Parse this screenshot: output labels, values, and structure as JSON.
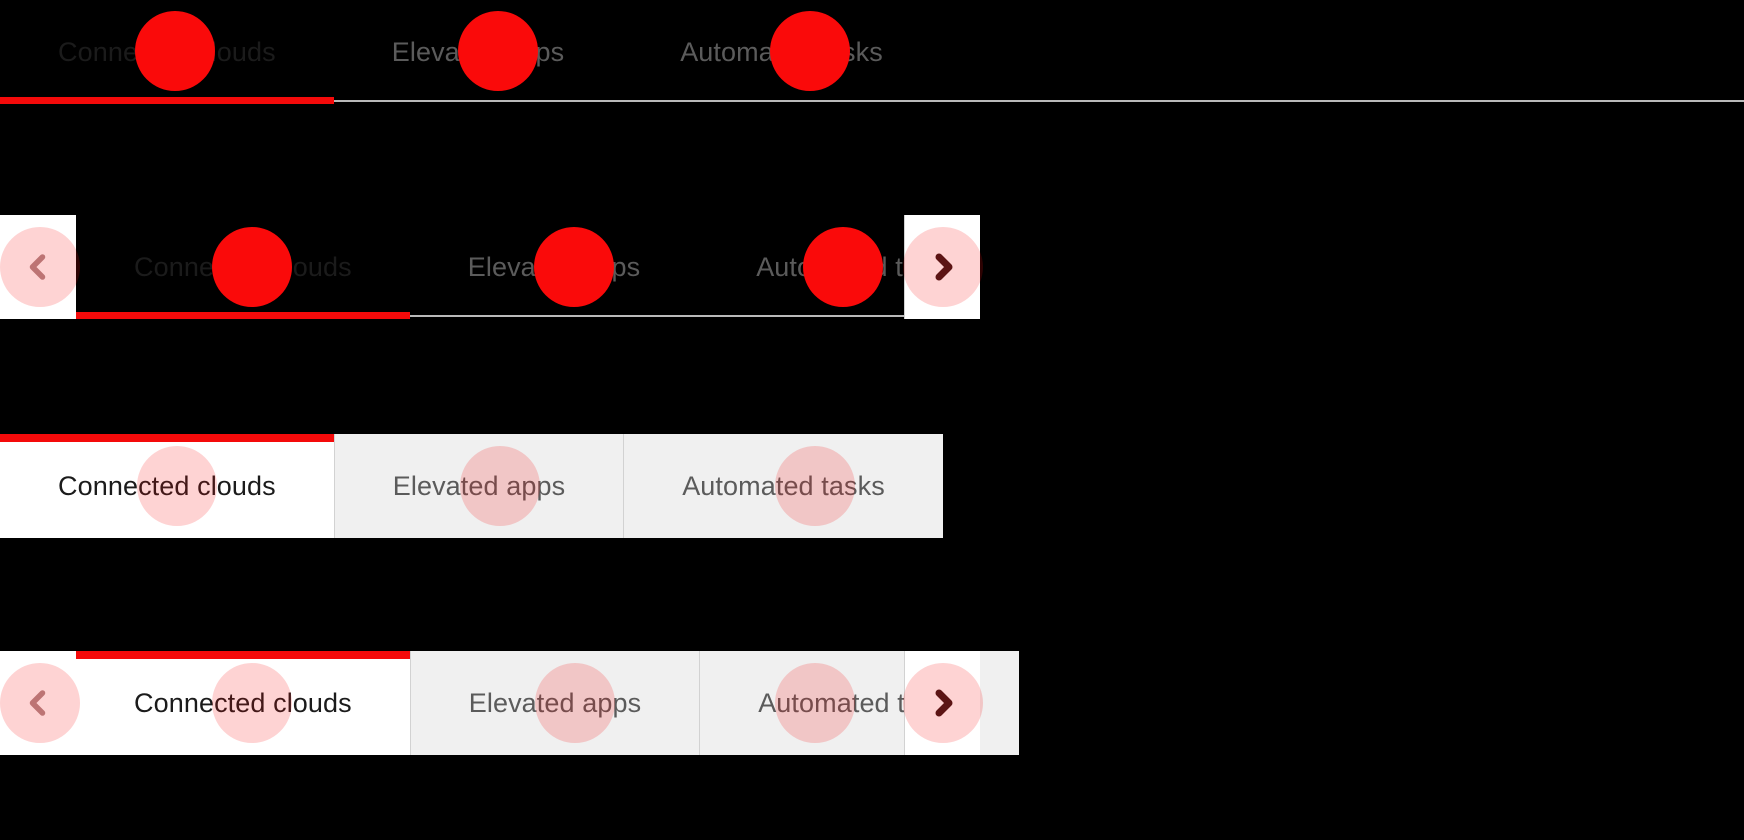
{
  "component": {
    "name": "Tab bar",
    "tabs": [
      {
        "label": "Connected clouds",
        "state": "active"
      },
      {
        "label": "Elevated apps",
        "state": "inactive"
      },
      {
        "label": "Automated tasks",
        "state": "inactive"
      }
    ]
  },
  "variants": [
    {
      "id": "underline-plain",
      "style": "underline",
      "has_scroll_arrows": false,
      "tabs": [
        {
          "label": "Connected clouds",
          "state": "active"
        },
        {
          "label": "Elevated apps",
          "state": "inactive"
        },
        {
          "label": "Automated tasks",
          "state": "inactive"
        }
      ]
    },
    {
      "id": "underline-scrollable",
      "style": "underline",
      "has_scroll_arrows": true,
      "prev_icon": "chevron-left-icon",
      "next_icon": "chevron-right-icon",
      "tabs": [
        {
          "label": "Connected clouds",
          "state": "active"
        },
        {
          "label": "Elevated apps",
          "state": "inactive"
        },
        {
          "label": "Automated tasks",
          "state": "inactive"
        }
      ]
    },
    {
      "id": "boxed-plain",
      "style": "boxed",
      "has_scroll_arrows": false,
      "tabs": [
        {
          "label": "Connected clouds",
          "state": "active"
        },
        {
          "label": "Elevated apps",
          "state": "inactive"
        },
        {
          "label": "Automated tasks",
          "state": "inactive"
        }
      ]
    },
    {
      "id": "boxed-scrollable",
      "style": "boxed",
      "has_scroll_arrows": true,
      "prev_icon": "chevron-left-icon",
      "next_icon": "chevron-right-icon",
      "tabs": [
        {
          "label": "Connected clouds",
          "state": "active"
        },
        {
          "label": "Elevated apps",
          "state": "inactive"
        },
        {
          "label": "Automated tasks",
          "state": "inactive"
        }
      ]
    }
  ],
  "colors": {
    "accent": "#f40a0a",
    "active_text": "#1b1b1b",
    "inactive_text": "#5b5b5b",
    "inactive_tab_bg": "#f0f0f0",
    "active_tab_bg": "#ffffff",
    "divider": "#d2d2d2",
    "rail": "#b9b9b9",
    "chevron_disabled": "#b08b8b",
    "chevron_enabled": "#3a1717",
    "page_bg": "#000000",
    "annotation": "#fa0a0a"
  }
}
